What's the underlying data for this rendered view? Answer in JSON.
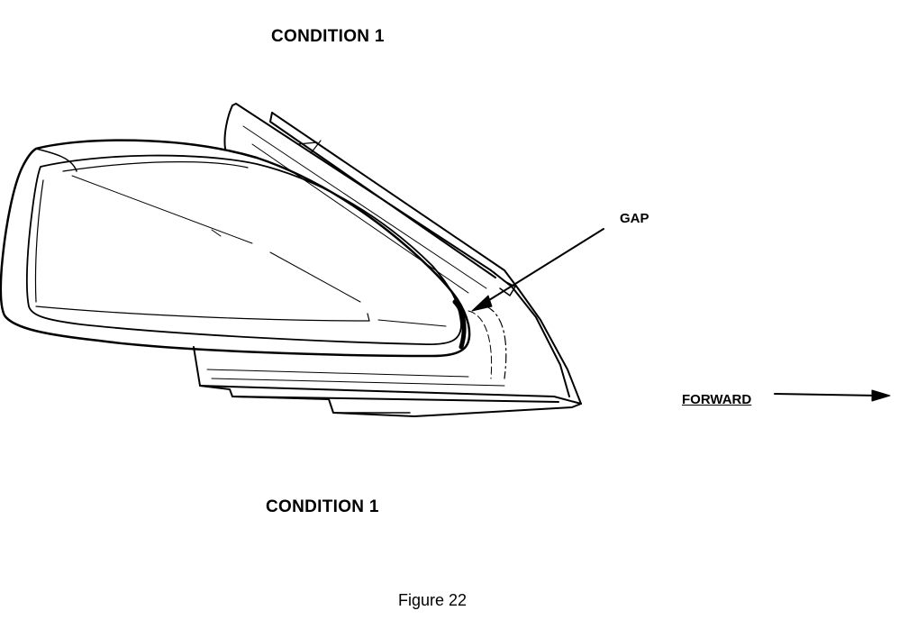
{
  "figure": {
    "title_top": "CONDITION 1",
    "title_bottom": "CONDITION 1",
    "caption": "Figure 22"
  },
  "callouts": {
    "gap_label": "GAP",
    "forward_label": "FORWARD"
  },
  "colors": {
    "ink": "#000000",
    "paper": "#ffffff"
  }
}
